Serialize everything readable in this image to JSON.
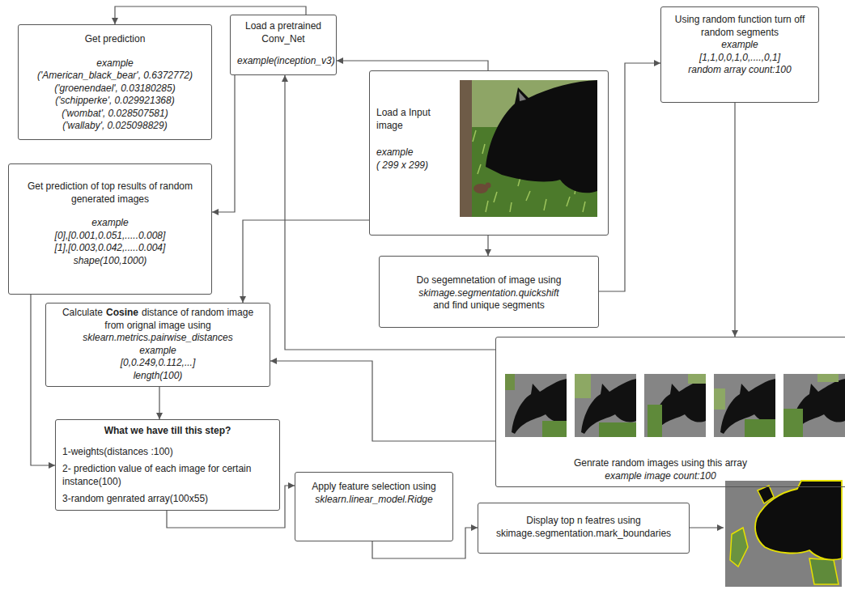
{
  "diagram": {
    "nodes": [
      {
        "text": [
          "Get prediction",
          "example",
          "('American_black_bear', 0.6372772)",
          "('groenendael', 0.03180285)",
          "('schipperke', 0.029921368)",
          "('wombat', 0.028507581)",
          "('wallaby', 0.025098829)"
        ]
      },
      {
        "text": [
          "Load a pretrained Conv_Net",
          "example(inception_v3)"
        ]
      },
      {
        "text": [
          "Load a Input image",
          "example",
          "( 299 x 299)"
        ]
      },
      {
        "text": [
          "Using random function turn off random segments",
          "example",
          "[1,1,0,0,1,0,....,0,1]",
          "random array count:100"
        ]
      },
      {
        "text": [
          "Get prediction of top results of random generated images",
          "example",
          "[0],[0.001,0.051,.....0.008]",
          "[1],[0.003,0.042,.....0.004]",
          "shape(100,1000)"
        ]
      },
      {
        "text": [
          "Do segemnetation of image using",
          "skimage.segmentation.quickshift",
          "and find unique segments"
        ]
      },
      {
        "text": [
          "Calculate",
          "Cosine",
          "distance of random image from orignal image using",
          "sklearn.metrics.pairwise_distances",
          "example",
          "[0,0.249,0.112,...]",
          "length(100)"
        ]
      },
      {
        "text": [
          "Genrate random images using this array",
          "example image count:100"
        ]
      },
      {
        "text": [
          "What we have till this step?",
          "1-weights(distances :100)",
          "2- prediction value of each image for certain instance(100)",
          "3-random genrated array(100x55)"
        ]
      },
      {
        "text": [
          "Apply feature selection using",
          "sklearn.linear_model.Ridge"
        ]
      },
      {
        "text": [
          "Display top n featres using skimage.segmentation.mark_boundaries"
        ]
      }
    ],
    "edges": [
      {
        "from": 1,
        "to": 0,
        "arrow": "to"
      },
      {
        "from": 2,
        "to": 1,
        "arrow": "to"
      },
      {
        "from": 1,
        "to": 4,
        "arrow": "to"
      },
      {
        "from": 2,
        "to": 5,
        "arrow": "to"
      },
      {
        "from": 5,
        "to": 3,
        "arrow": "to"
      },
      {
        "from": 3,
        "to": 7,
        "arrow": "to"
      },
      {
        "from": 7,
        "to": 1,
        "arrow": "to"
      },
      {
        "from": 7,
        "to": 6,
        "arrow": "to"
      },
      {
        "from": 2,
        "to": 6,
        "arrow": "to"
      },
      {
        "from": 6,
        "to": 8,
        "arrow": "to"
      },
      {
        "from": 4,
        "to": 8,
        "arrow": "to"
      },
      {
        "from": 8,
        "to": 9,
        "arrow": "to"
      },
      {
        "from": 9,
        "to": 10,
        "arrow": "to"
      }
    ]
  }
}
